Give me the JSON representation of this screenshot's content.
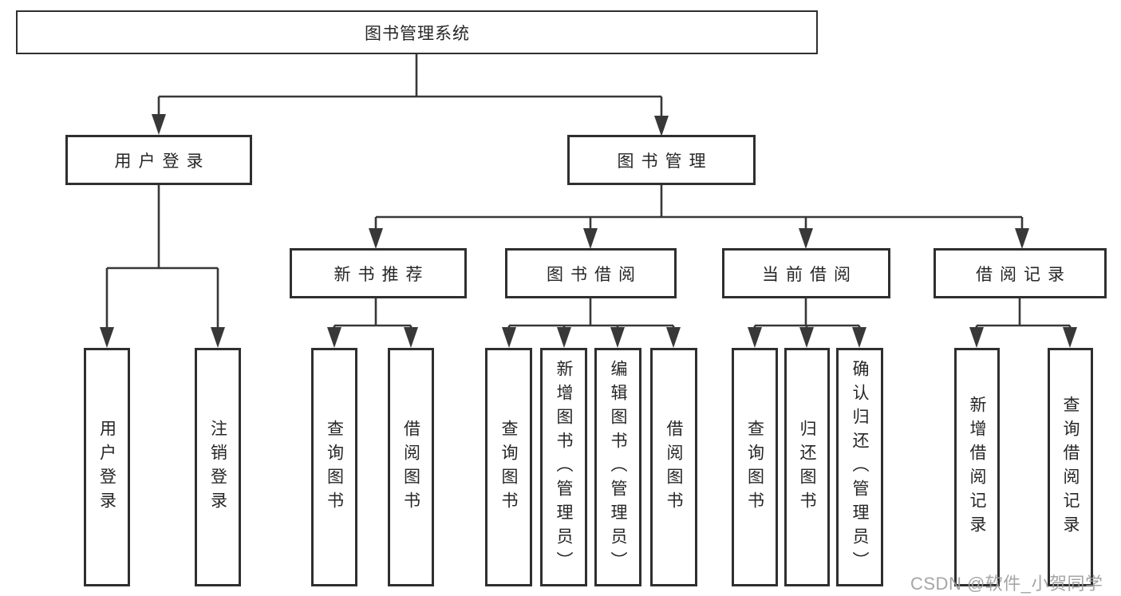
{
  "diagram": {
    "title": "图书管理系统",
    "tree": {
      "label": "图书管理系统",
      "children": [
        {
          "label": "用户登录",
          "children": [
            {
              "label": "用户登录"
            },
            {
              "label": "注销登录"
            }
          ]
        },
        {
          "label": "图书管理",
          "children": [
            {
              "label": "新书推荐",
              "children": [
                {
                  "label": "查询图书"
                },
                {
                  "label": "借阅图书"
                }
              ]
            },
            {
              "label": "图书借阅",
              "children": [
                {
                  "label": "查询图书"
                },
                {
                  "label": "新增图书（管理员）"
                },
                {
                  "label": "编辑图书（管理员）"
                },
                {
                  "label": "借阅图书"
                }
              ]
            },
            {
              "label": "当前借阅",
              "children": [
                {
                  "label": "查询图书"
                },
                {
                  "label": "归还图书"
                },
                {
                  "label": "确认归还（管理员）"
                }
              ]
            },
            {
              "label": "借阅记录",
              "children": [
                {
                  "label": "新增借阅记录"
                },
                {
                  "label": "查询借阅记录"
                }
              ]
            }
          ]
        }
      ]
    },
    "colors": {
      "line": "#383838",
      "box_border": "#2f2f2f",
      "text": "#262626",
      "watermark": "#9e9e9e",
      "background": "#ffffff"
    }
  },
  "watermark": {
    "text": "CSDN @软件_小贺同学"
  }
}
